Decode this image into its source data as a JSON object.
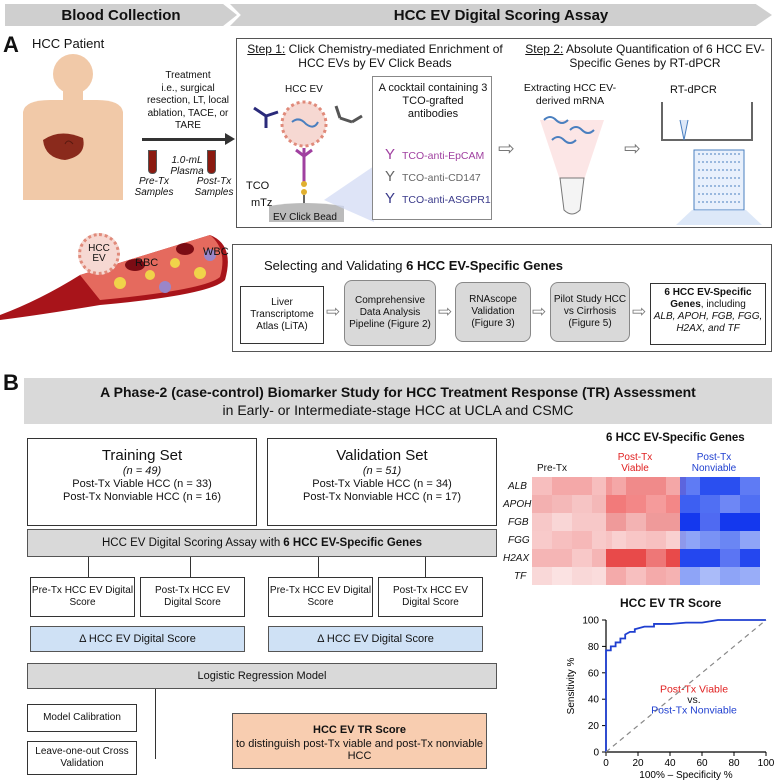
{
  "panelA": {
    "letter": "A",
    "header_left": "Blood Collection",
    "header_right": "HCC EV Digital Scoring Assay",
    "patient": "HCC Patient",
    "treatment": "Treatment\ni.e., surgical resection, LT, local ablation, TACE, or TARE",
    "plasma": "1.0-mL Plasma",
    "pre_tx": "Pre-Tx Samples",
    "post_tx": "Post-Tx Samples",
    "hcc_ev_vessel": "HCC EV",
    "rbc": "RBC",
    "wbc": "WBC",
    "step1_prefix": "Step 1:",
    "step1_text": " Click Chemistry-mediated Enrichment of HCC EVs by EV Click Beads",
    "step2_prefix": "Step 2:",
    "step2_text": " Absolute Quantification of 6 HCC EV-Specific Genes by RT-dPCR",
    "hcc_ev": "HCC EV",
    "cocktail": "A cocktail containing 3 TCO-grafted antibodies",
    "ab1": "TCO-anti-EpCAM",
    "ab2": "TCO-anti-CD147",
    "ab3": "TCO-anti-ASGPR1",
    "tco": "TCO",
    "mtz": "mTz",
    "bead": "EV Click Bead",
    "extract": "Extracting HCC EV-derived mRNA",
    "rtdpcr": "RT-dPCR",
    "select_title_a": "Selecting and Validating ",
    "select_title_b": "6 HCC EV-Specific Genes",
    "flow1": "Liver Transcriptome Atlas (LiTA)",
    "flow2": "Comprehensive Data Analysis Pipeline (Figure 2)",
    "flow3": "RNAscope Validation (Figure 3)",
    "flow4": "Pilot Study HCC vs Cirrhosis (Figure 5)",
    "flow5_bold": "6 HCC EV-Specific Genes",
    "flow5_rest": ", including",
    "flow5_genes": "ALB, APOH, FGB, FGG, H2AX, and TF",
    "colors": {
      "ab1": "#a040a0",
      "ab2": "#666666",
      "ab3": "#3a3a8a"
    }
  },
  "panelB": {
    "letter": "B",
    "title": "A Phase-2 (case-control) Biomarker Study for HCC Treatment Response (TR) Assessment",
    "subtitle": "in Early- or Intermediate-stage HCC at UCLA and CSMC",
    "training": {
      "title": "Training Set",
      "n": "(n = 49)",
      "viable": "Post-Tx Viable HCC (n = 33)",
      "nonviable": "Post-Tx Nonviable HCC (n = 16)"
    },
    "validation": {
      "title": "Validation Set",
      "n": "(n = 51)",
      "viable": "Post-Tx Viable HCC (n = 34)",
      "nonviable": "Post-Tx Nonviable HCC (n = 17)"
    },
    "assay_a": "HCC EV Digital Scoring Assay with ",
    "assay_b": "6 HCC EV-Specific Genes",
    "pre_score": "Pre-Tx HCC EV Digital Score",
    "post_score": "Post-Tx HCC EV Digital Score",
    "delta": "Δ HCC EV Digital Score",
    "logistic": "Logistic Regression Model",
    "calibration": "Model Calibration",
    "loocv": "Leave-one-out Cross Validation",
    "tr_title": "HCC EV TR Score",
    "tr_sub": "to distinguish post-Tx viable and post-Tx nonviable HCC",
    "heatmap_title": "6 HCC EV-Specific Genes",
    "hm_groups": [
      "Pre-Tx",
      "Post-Tx Viable",
      "Post-Tx Nonviable"
    ],
    "hm_genes": [
      "ALB",
      "APOH",
      "FGB",
      "FGG",
      "H2AX",
      "TF"
    ],
    "roc_title": "HCC EV TR Score",
    "roc_ylabel": "Sensitivity %",
    "roc_xlabel": "100% – Specificity %",
    "roc_legend1": "Post-Tx Viable",
    "roc_vs": "vs.",
    "roc_legend2": "Post-Tx Nonviable",
    "roc_ticks": [
      "0",
      "20",
      "40",
      "60",
      "80",
      "100"
    ]
  },
  "chart_data": {
    "type": "line",
    "title": "HCC EV TR Score",
    "xlabel": "100% – Specificity %",
    "ylabel": "Sensitivity %",
    "xlim": [
      0,
      100
    ],
    "ylim": [
      0,
      100
    ],
    "series": [
      {
        "name": "Post-Tx Viable vs. Post-Tx Nonviable",
        "color": "#1f3fd0",
        "x": [
          0,
          0,
          3,
          3,
          6,
          6,
          9,
          9,
          12,
          12,
          15,
          18,
          18,
          24,
          30,
          30,
          40,
          50,
          60,
          70,
          100
        ],
        "y": [
          0,
          77,
          77,
          80,
          80,
          83,
          83,
          86,
          86,
          89,
          91,
          91,
          93,
          95,
          95,
          97,
          97,
          98,
          98,
          100,
          100
        ]
      },
      {
        "name": "",
        "color": "#888888",
        "dashed": true,
        "x": [
          0,
          100
        ],
        "y": [
          0,
          100
        ]
      }
    ]
  }
}
